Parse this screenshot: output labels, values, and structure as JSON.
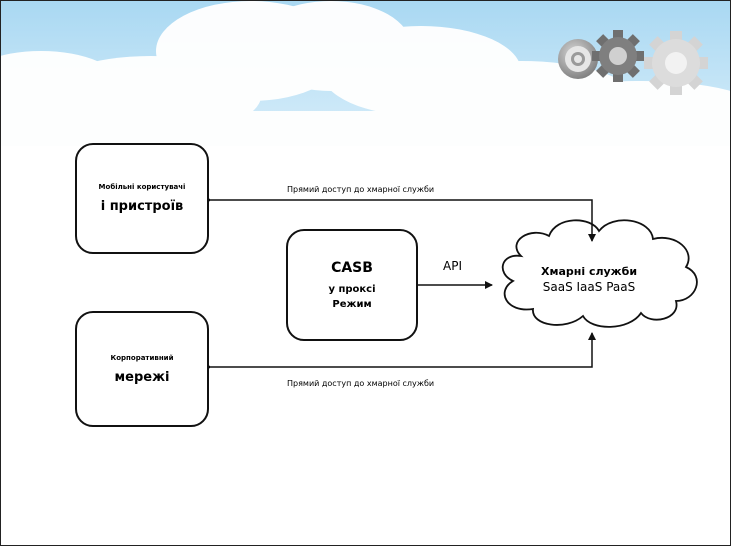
{
  "nodes": {
    "mobile": {
      "line1": "Мобільні користувачі",
      "line2": "і пристроїв"
    },
    "corporate": {
      "line1": "Корпоративний",
      "line2": "мережі"
    },
    "casb": {
      "title": "CASB",
      "line1": "у проксі",
      "line2": "Режим"
    },
    "cloud": {
      "title": "Хмарні служби",
      "subtitle": "SaaS IaaS PaaS"
    }
  },
  "edges": {
    "top_label": "Прямий доступ до хмарної служби",
    "bottom_label": "Прямий доступ до хмарної служби",
    "api_label": "API"
  },
  "colors": {
    "sky": "#bfe3f6",
    "cloud": "#ffffff",
    "gear": "#9a9a9a",
    "line": "#111111"
  }
}
